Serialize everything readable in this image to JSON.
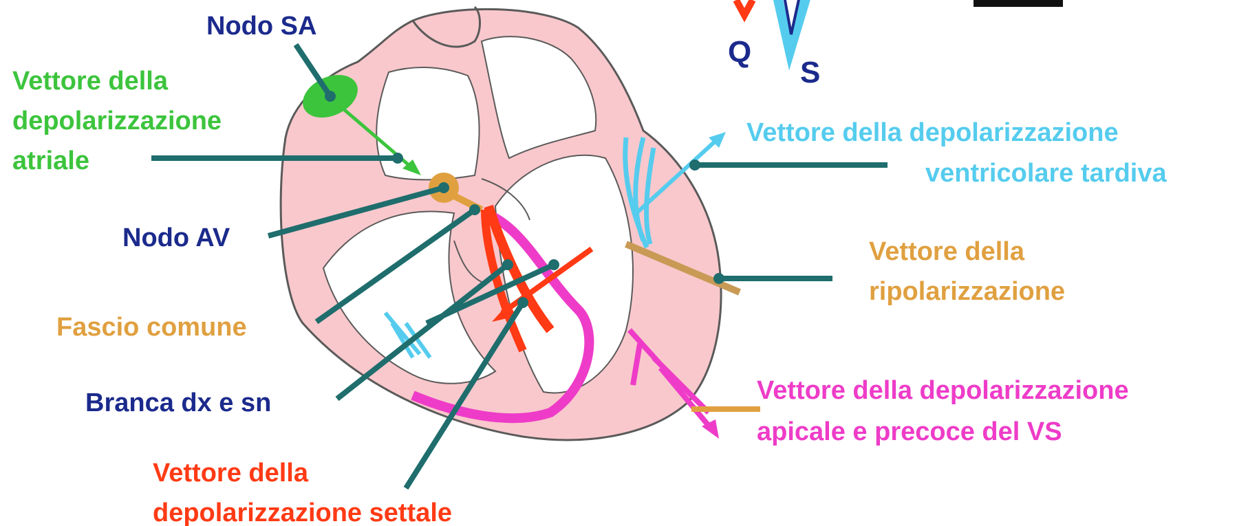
{
  "ecg_letters": {
    "q": "Q",
    "s": "S"
  },
  "labels": {
    "nodo_sa": "Nodo SA",
    "atrial_vector": [
      "Vettore della",
      "depolarizzazione",
      "atriale"
    ],
    "nodo_av": "Nodo AV",
    "fascio_comune": "Fascio comune",
    "branca": "Branca dx e sn",
    "septal_vector": [
      "Vettore della",
      "depolarizzazione settale"
    ],
    "late_ventricular_vector": [
      "Vettore della depolarizzazione",
      "ventricolare tardiva"
    ],
    "repolarization_vector": [
      "Vettore della",
      "ripolarizzazione"
    ],
    "apical_vector": [
      "Vettore della depolarizzazione",
      "apicale e precoce del VS"
    ]
  },
  "colors": {
    "navy": "#1b2a8c",
    "green": "#3cc43c",
    "orange": "#e0a040",
    "red": "#ff3a14",
    "cyan": "#55ccee",
    "magenta": "#ee3cc8",
    "leader": "#1f6d6d",
    "heart_fill": "#f9c8cc",
    "heart_stroke": "#5a5a5a"
  }
}
